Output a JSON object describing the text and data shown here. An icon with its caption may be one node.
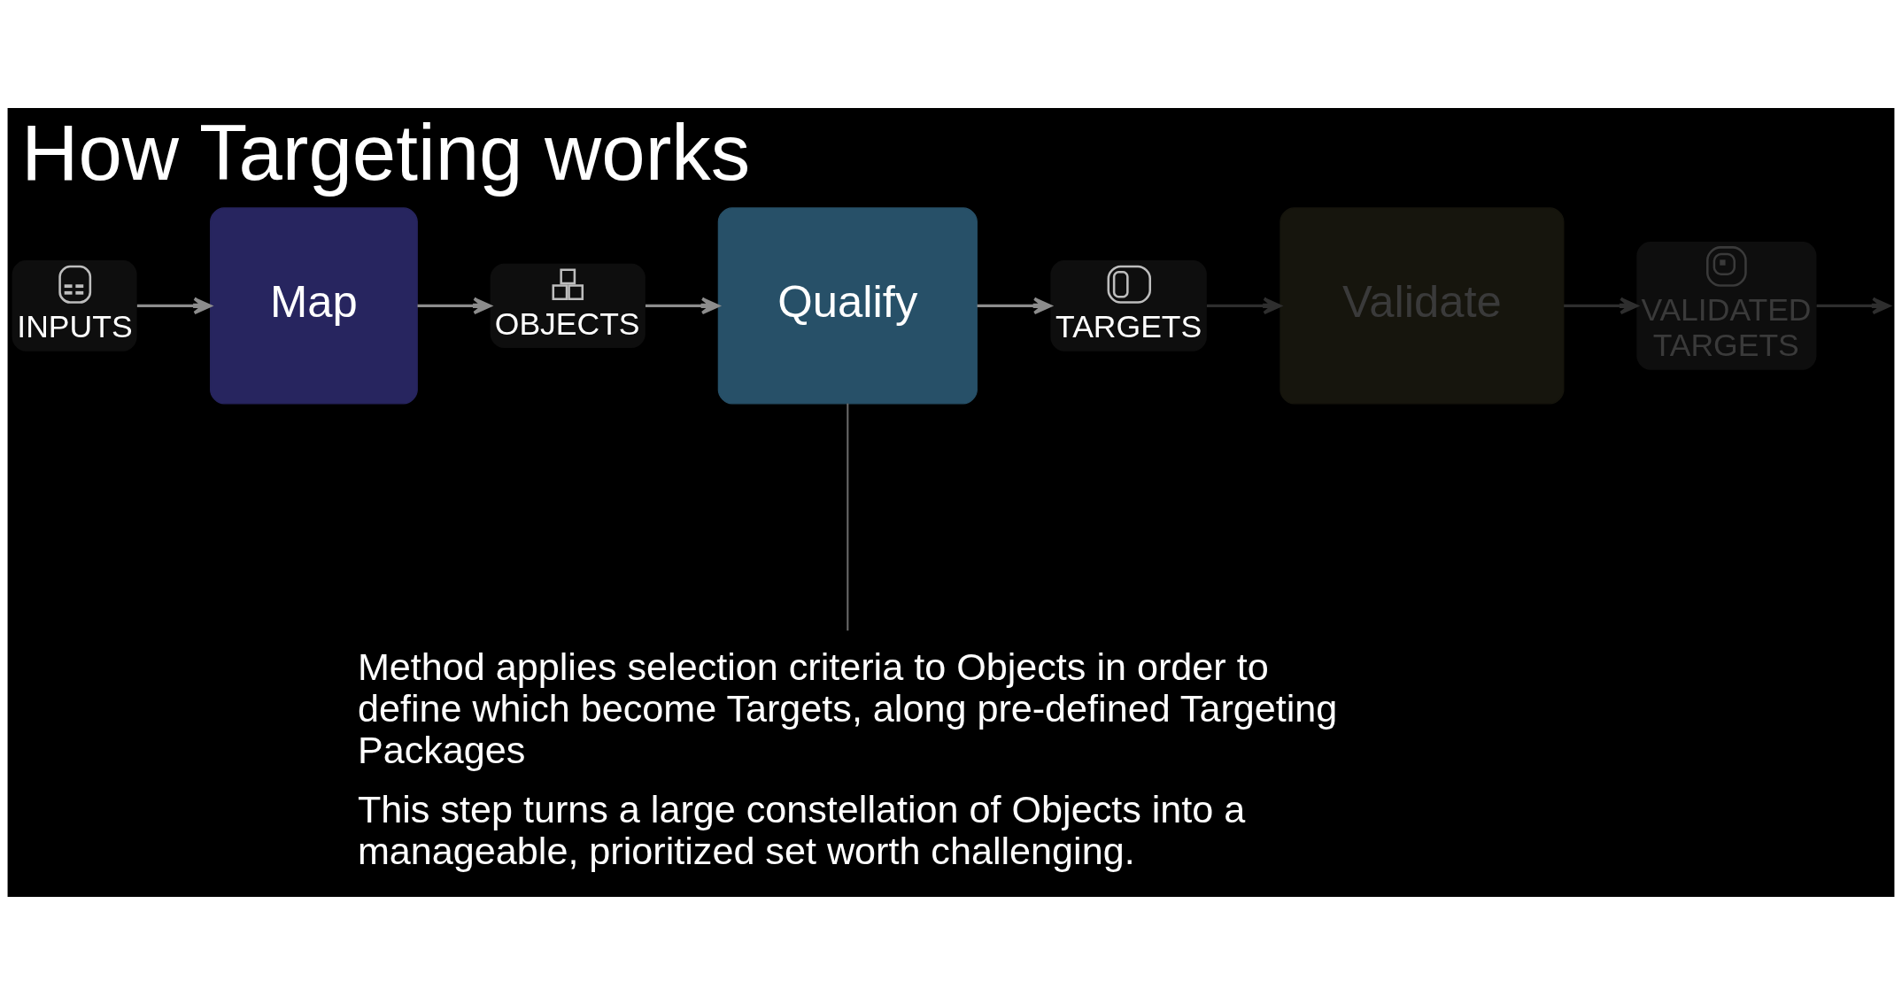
{
  "diagram": {
    "title": "How Targeting works",
    "nodes": [
      {
        "text": [
          "INPUTS"
        ]
      },
      {
        "text": [
          "Map"
        ]
      },
      {
        "text": [
          "OBJECTS"
        ]
      },
      {
        "text": [
          "Qualify"
        ]
      },
      {
        "text": [
          "TARGETS"
        ]
      },
      {
        "text": [
          "Validate"
        ]
      },
      {
        "text": [
          "VALIDATED TARGETS"
        ]
      },
      {
        "text": [
          "Method applies selection criteria to Objects in order to define which become Targets, along pre-defined Targeting Packages",
          "This step turns a large constellation of Objects into a manageable, prioritized set worth challenging."
        ]
      }
    ],
    "edges": [
      {
        "from": 0,
        "to": 1,
        "arrow": "to"
      },
      {
        "from": 1,
        "to": 2,
        "arrow": "to"
      },
      {
        "from": 2,
        "to": 3,
        "arrow": "to"
      },
      {
        "from": 3,
        "to": 4,
        "arrow": "to"
      },
      {
        "from": 4,
        "to": 5,
        "arrow": "to",
        "color": "#2e2e2e"
      },
      {
        "from": 5,
        "to": 6,
        "arrow": "to",
        "color": "#2e2e2e"
      },
      {
        "from": 6,
        "to": null,
        "arrow": "to",
        "color": "#2e2e2e"
      },
      {
        "from": 7,
        "to": 3,
        "arrow": "none",
        "color": "#6b6b6b"
      }
    ]
  }
}
